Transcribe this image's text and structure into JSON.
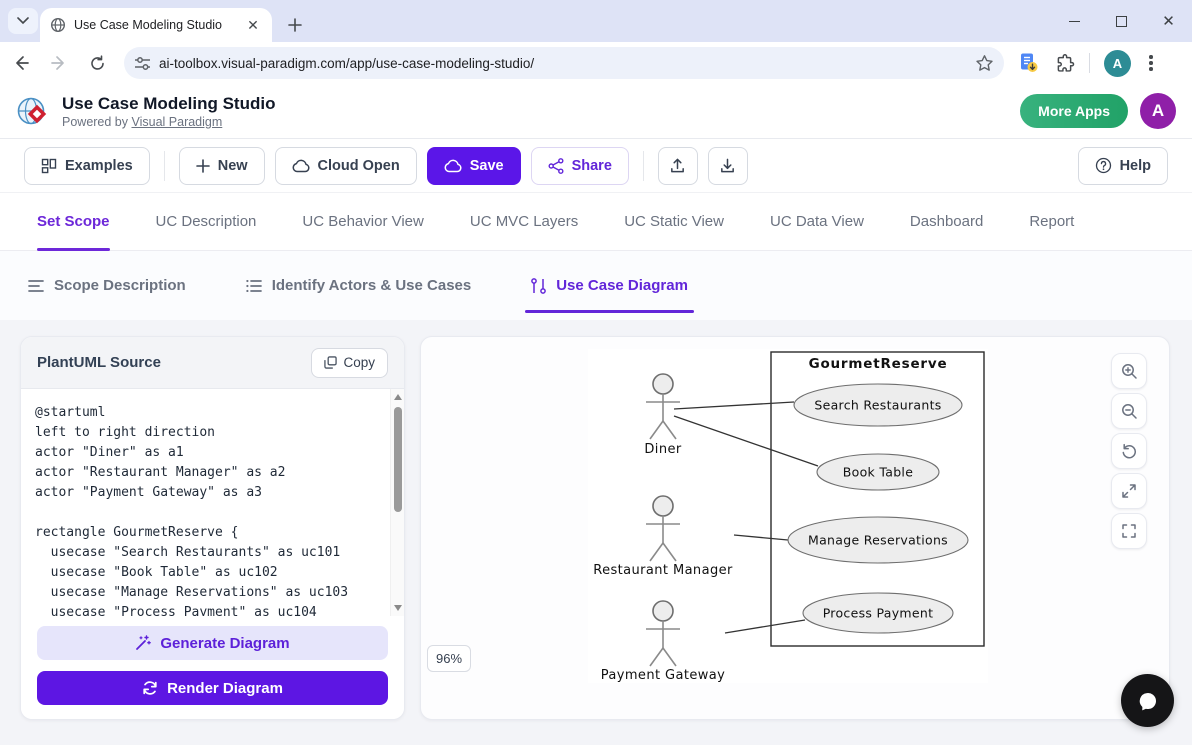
{
  "browser": {
    "tab_title": "Use Case Modeling Studio",
    "url": "ai-toolbox.visual-paradigm.com/app/use-case-modeling-studio/",
    "avatar_letter": "A"
  },
  "header": {
    "title": "Use Case Modeling Studio",
    "powered_by_prefix": "Powered by ",
    "powered_by_link": "Visual Paradigm",
    "more_apps_label": "More Apps",
    "avatar_letter": "A"
  },
  "toolbar": {
    "examples_label": "Examples",
    "new_label": "New",
    "cloud_open_label": "Cloud Open",
    "save_label": "Save",
    "share_label": "Share",
    "help_label": "Help"
  },
  "main_tabs": {
    "active": "Set Scope",
    "items": [
      "Set Scope",
      "UC Description",
      "UC Behavior View",
      "UC MVC Layers",
      "UC Static View",
      "UC Data View",
      "Dashboard",
      "Report"
    ]
  },
  "sub_tabs": {
    "active": "Use Case Diagram",
    "items": [
      "Scope Description",
      "Identify Actors & Use Cases",
      "Use Case Diagram"
    ]
  },
  "source_panel": {
    "title": "PlantUML Source",
    "copy_label": "Copy",
    "code_lines": [
      "@startuml",
      "left to right direction",
      "actor \"Diner\" as a1",
      "actor \"Restaurant Manager\" as a2",
      "actor \"Payment Gateway\" as a3",
      "",
      "rectangle GourmetReserve {",
      "  usecase \"Search Restaurants\" as uc101",
      "  usecase \"Book Table\" as uc102",
      "  usecase \"Manage Reservations\" as uc103",
      "  usecase \"Process Payment\" as uc104"
    ],
    "generate_label": "Generate Diagram",
    "render_label": "Render Diagram"
  },
  "diagram": {
    "zoom_badge": "96%",
    "system_name": "GourmetReserve",
    "actors": {
      "a1": "Diner",
      "a2": "Restaurant Manager",
      "a3": "Payment Gateway"
    },
    "use_cases": {
      "uc101": "Search Restaurants",
      "uc102": "Book Table",
      "uc103": "Manage Reservations",
      "uc104": "Process Payment"
    }
  },
  "colors": {
    "accent_purple": "#6d28d9",
    "save_purple": "#5b16e8",
    "more_apps_green": "#2dab74",
    "avatar_purple": "#8f1fa8",
    "chrome_avatar_teal": "#2d8c95"
  }
}
